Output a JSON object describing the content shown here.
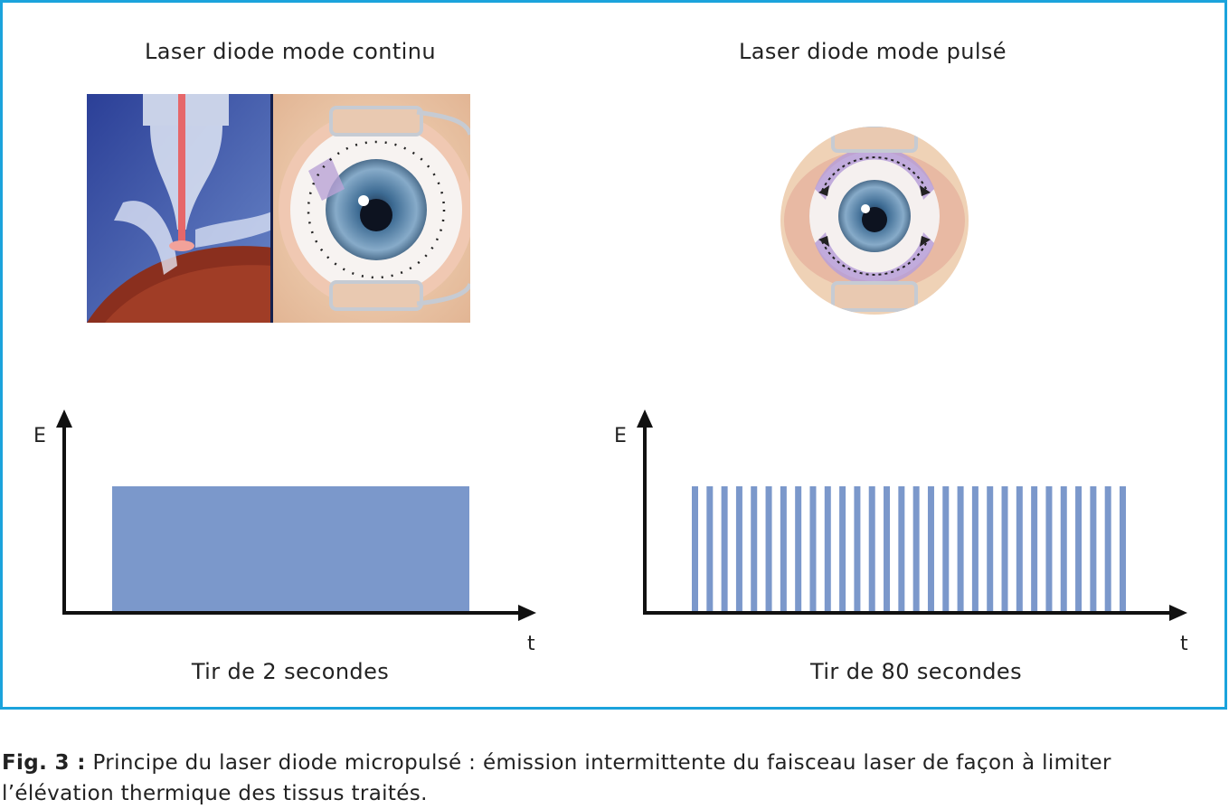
{
  "panels": {
    "left": {
      "title": "Laser diode mode continu",
      "caption": "Tir de 2 secondes"
    },
    "right": {
      "title": "Laser diode mode pulsé",
      "caption": "Tir de 80 secondes"
    }
  },
  "chart_data": [
    {
      "type": "bar",
      "mode": "continuous",
      "ylabel": "E",
      "xlabel": "t",
      "pulses": 1,
      "amplitude": 1,
      "bar_color": "#7b98cb"
    },
    {
      "type": "bar",
      "mode": "pulsed",
      "ylabel": "E",
      "xlabel": "t",
      "pulses": 30,
      "amplitude": 1,
      "bar_color": "#7b98cb"
    }
  ],
  "caption": {
    "label": "Fig. 3 :",
    "text": " Principe du laser diode micropulsé : émission intermittente du faisceau laser de façon à limiter l’élévation thermique des tissus traités."
  },
  "colors": {
    "frame": "#1ba3dc",
    "bars": "#7b98cb",
    "axes": "#111111"
  }
}
